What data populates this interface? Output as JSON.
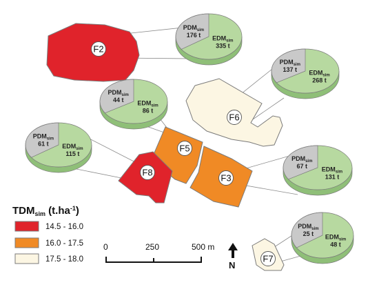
{
  "legend": {
    "title_main": "TDM",
    "title_sub": "sim",
    "title_unit": " (t.ha",
    "title_exp": "-1",
    "title_close": ")",
    "classes": [
      {
        "label": "14.5 - 16.0",
        "color": "#e0232b"
      },
      {
        "label": "16.0 - 17.5",
        "color": "#f08a25"
      },
      {
        "label": "17.5 - 18.0",
        "color": "#fcf6e3"
      }
    ]
  },
  "scale": {
    "ticks": [
      "0",
      "250",
      "500 m"
    ]
  },
  "north": {
    "label": "N"
  },
  "label_parts": {
    "pdm": "PDM",
    "edm": "EDM",
    "sub": "sim"
  },
  "colors": {
    "pdm": "#c9c9c9",
    "edm": "#b7d9a0",
    "edm_side": "#8fbf78",
    "pdm_side": "#9f9f9f"
  },
  "fields": [
    {
      "id": "F2",
      "class": 0,
      "pdm": "176 t",
      "pdm_value": 176,
      "edm": "335 t",
      "edm_value": 335
    },
    {
      "id": "F6",
      "class": 2,
      "pdm": "137 t",
      "pdm_value": 137,
      "edm": "268 t",
      "edm_value": 268
    },
    {
      "id": "F5",
      "class": 1,
      "pdm": "44 t",
      "pdm_value": 44,
      "edm": "86 t",
      "edm_value": 86
    },
    {
      "id": "F8",
      "class": 0,
      "pdm": "61 t",
      "pdm_value": 61,
      "edm": "115 t",
      "edm_value": 115
    },
    {
      "id": "F3",
      "class": 1,
      "pdm": "67 t",
      "pdm_value": 67,
      "edm": "131 t",
      "edm_value": 131
    },
    {
      "id": "F7",
      "class": 2,
      "pdm": "25 t",
      "pdm_value": 25,
      "edm": "48 t",
      "edm_value": 48
    }
  ]
}
